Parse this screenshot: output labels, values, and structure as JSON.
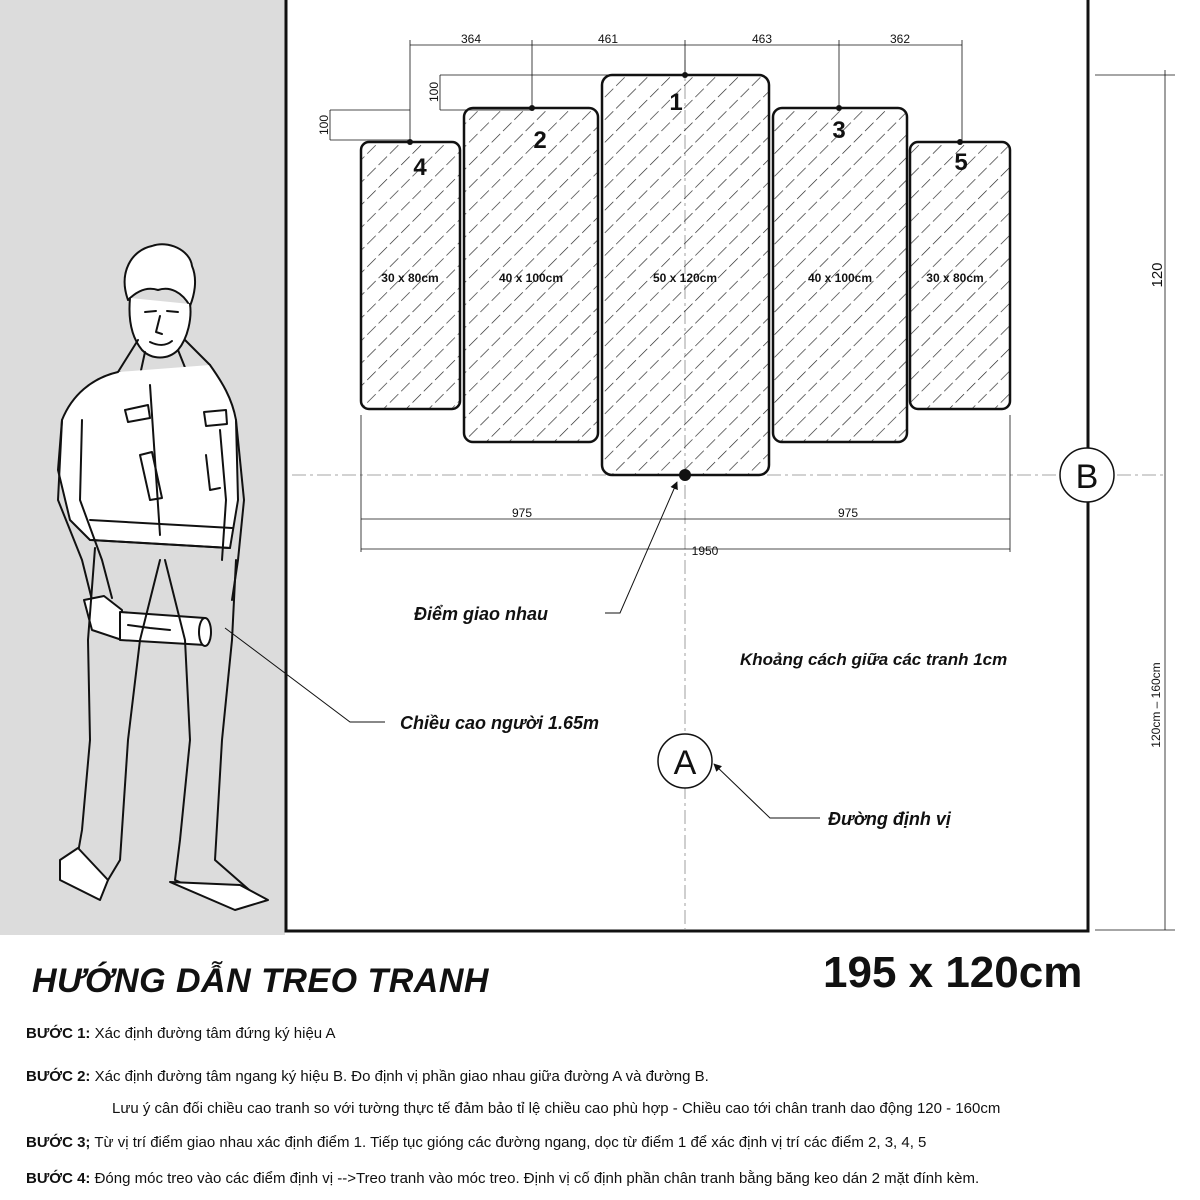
{
  "wall": {
    "gap_dims": [
      "364",
      "461",
      "463",
      "362"
    ],
    "offset_dims": [
      "100",
      "100"
    ],
    "half_width_left": "975",
    "half_width_right": "975",
    "total_width": "1950",
    "height_dim": "120",
    "floor_height_dim": "120cm  –  160cm",
    "axis_b": "B",
    "axis_a": "A"
  },
  "panels": [
    {
      "number": "4",
      "size": "30 x 80cm"
    },
    {
      "number": "2",
      "size": "40 x 100cm"
    },
    {
      "number": "1",
      "size": "50 x 120cm"
    },
    {
      "number": "3",
      "size": "40 x 100cm"
    },
    {
      "number": "5",
      "size": "30 x 80cm"
    }
  ],
  "annotations": {
    "intersection": "Điểm giao nhau",
    "spacing": "Khoảng cách giữa các tranh 1cm",
    "person_height": "Chiều cao người 1.65m",
    "locator_line": "Đường định vị"
  },
  "guide": {
    "title": "HƯỚNG DẪN TREO TRANH",
    "total_size": "195 x 120cm",
    "step1_label": "BƯỚC 1:",
    "step1_text": "Xác định đường tâm đứng ký hiệu A",
    "step2_label": "BƯỚC 2:",
    "step2_text": "Xác định đường tâm ngang ký hiệu B. Đo định vị phần giao nhau giữa đường A và đường B.",
    "step2_note": "Lưu ý cân đối chiều cao tranh so với tường thực tế đảm bảo tỉ lệ chiều cao phù hợp - Chiều cao tới chân tranh dao động 120 - 160cm",
    "step3_label": "BƯỚC 3;",
    "step3_text": "Từ vị trí điểm giao nhau xác định điểm 1. Tiếp tục gióng các đường ngang, dọc từ điểm 1 để xác định vị trí các điểm 2, 3, 4, 5",
    "step4_label": "BƯỚC 4:",
    "step4_text": "Đóng móc treo vào các điểm định vị -->Treo tranh vào móc treo. Định vị cố định phần chân tranh bằng băng keo dán 2 mặt đính kèm."
  },
  "colors": {
    "side_wall": "#dcdcdc",
    "line": "#111111"
  }
}
